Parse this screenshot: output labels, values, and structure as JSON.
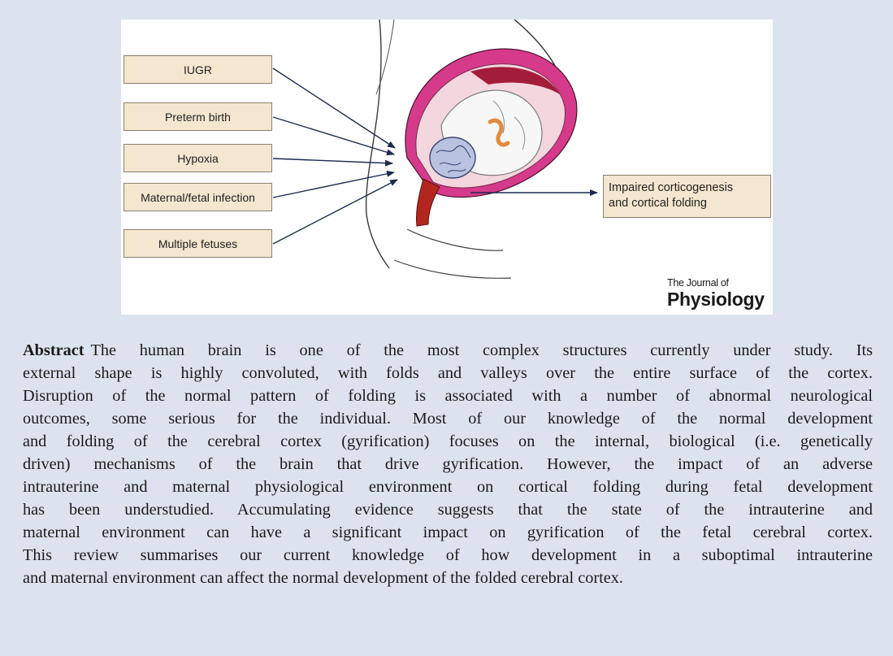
{
  "figure": {
    "factors": [
      "IUGR",
      "Preterm birth",
      "Hypoxia",
      "Maternal/fetal infection",
      "Multiple fetuses"
    ],
    "outcome_lines": [
      "Impaired corticogenesis",
      "and cortical folding"
    ],
    "journal_logo": {
      "line1": "The Journal of",
      "line2": "Physiology"
    }
  },
  "abstract": {
    "label": "Abstract",
    "lines": [
      "The human brain is one of the most complex structures currently under study. Its",
      "external shape is highly convoluted, with folds and valleys over the entire surface of the cortex.",
      "Disruption of the normal pattern of folding is associated with a number of abnormal neurological",
      "outcomes, some serious for the individual. Most of our knowledge of the normal development",
      "and folding of the cerebral cortex (gyrification) focuses on the internal, biological (i.e. genetically",
      "driven) mechanisms of the brain that drive gyrification. However, the impact of an adverse",
      "intrauterine and maternal physiological environment on cortical folding during fetal development",
      "has been understudied. Accumulating evidence suggests that the state of the intrauterine and",
      "maternal environment can have a significant impact on gyrification of the fetal cerebral cortex.",
      "This review summarises our current knowledge of how development in a suboptimal intrauterine",
      "and maternal environment can affect the normal development of the folded cerebral cortex."
    ]
  }
}
